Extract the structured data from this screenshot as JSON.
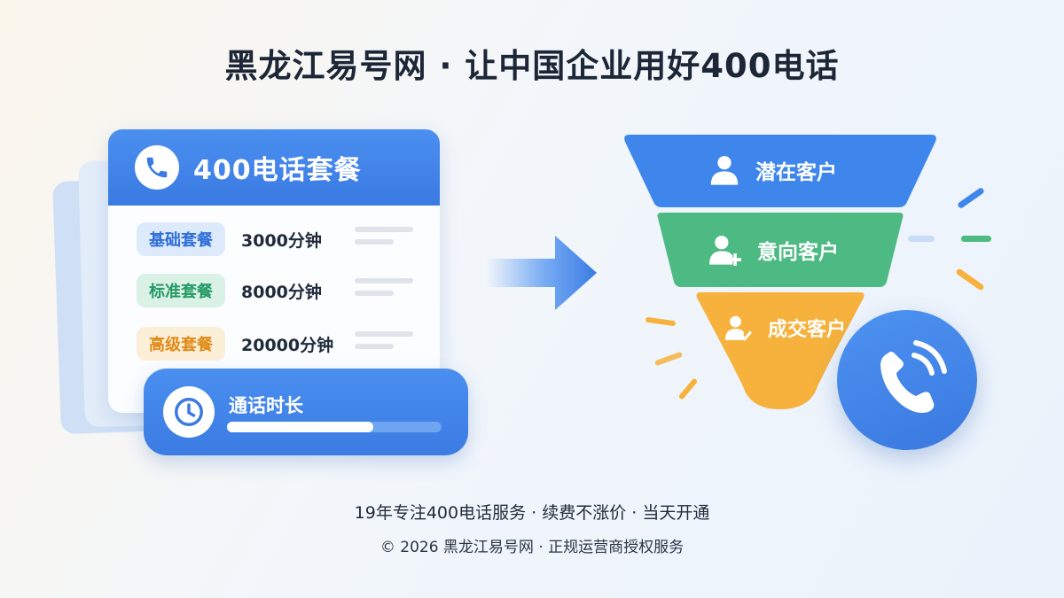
{
  "title": "黑龙江易号网 · 让中国企业用好400电话",
  "card": {
    "title": "400电话套餐",
    "plans": [
      {
        "name": "基础套餐",
        "minutes": "3000分钟",
        "tag_bg": "#dceafc",
        "tag_color": "#2f6fd8"
      },
      {
        "name": "标准套餐",
        "minutes": "8000分钟",
        "tag_bg": "#daf2e6",
        "tag_color": "#249a63"
      },
      {
        "name": "高级套餐",
        "minutes": "20000分钟",
        "tag_bg": "#fcefd8",
        "tag_color": "#e08a16"
      }
    ]
  },
  "duration": {
    "label": "通话时长",
    "progress": 0.68
  },
  "funnel": {
    "stages": [
      {
        "label": "潜在客户",
        "color": "#3f86ec"
      },
      {
        "label": "意向客户",
        "color": "#4cba82"
      },
      {
        "label": "成交客户",
        "color": "#f6b23c"
      }
    ]
  },
  "footer": {
    "line1": "19年专注400电话服务 · 续费不涨价 · 当天开通",
    "line2": "© 2026 黑龙江易号网 · 正规运营商授权服务"
  },
  "icons": [
    "phone-icon",
    "clock-icon",
    "arrow-right-icon",
    "user-icon",
    "user-add-icon",
    "user-check-icon",
    "phone-ringing-icon"
  ]
}
